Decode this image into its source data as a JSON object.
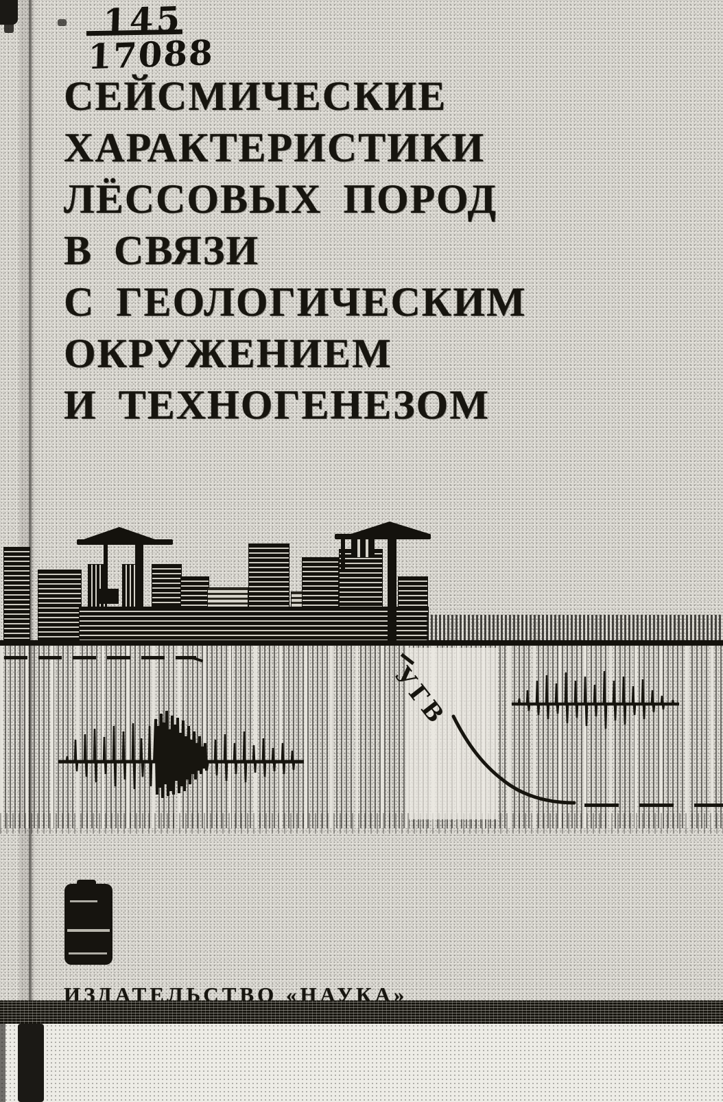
{
  "scan": {
    "call_number": {
      "numerator": "145",
      "denominator": "17088"
    },
    "title_lines": [
      "СЕЙСМИЧЕСКИЕ",
      "ХАРАКТЕРИСТИКИ",
      "ЛЁССОВЫХ ПОРОД",
      "В СВЯЗИ",
      "С ГЕОЛОГИЧЕСКИМ",
      "ОКРУЖЕНИЕМ",
      "И ТЕХНОГЕНЕЗОМ"
    ],
    "illustration": {
      "groundwater_label": "УГВ"
    },
    "publisher_line": "ИЗДАТЕЛЬСТВО «НАУКА»",
    "colors": {
      "paper": "#e7e5de",
      "ink": "#17150f"
    }
  }
}
